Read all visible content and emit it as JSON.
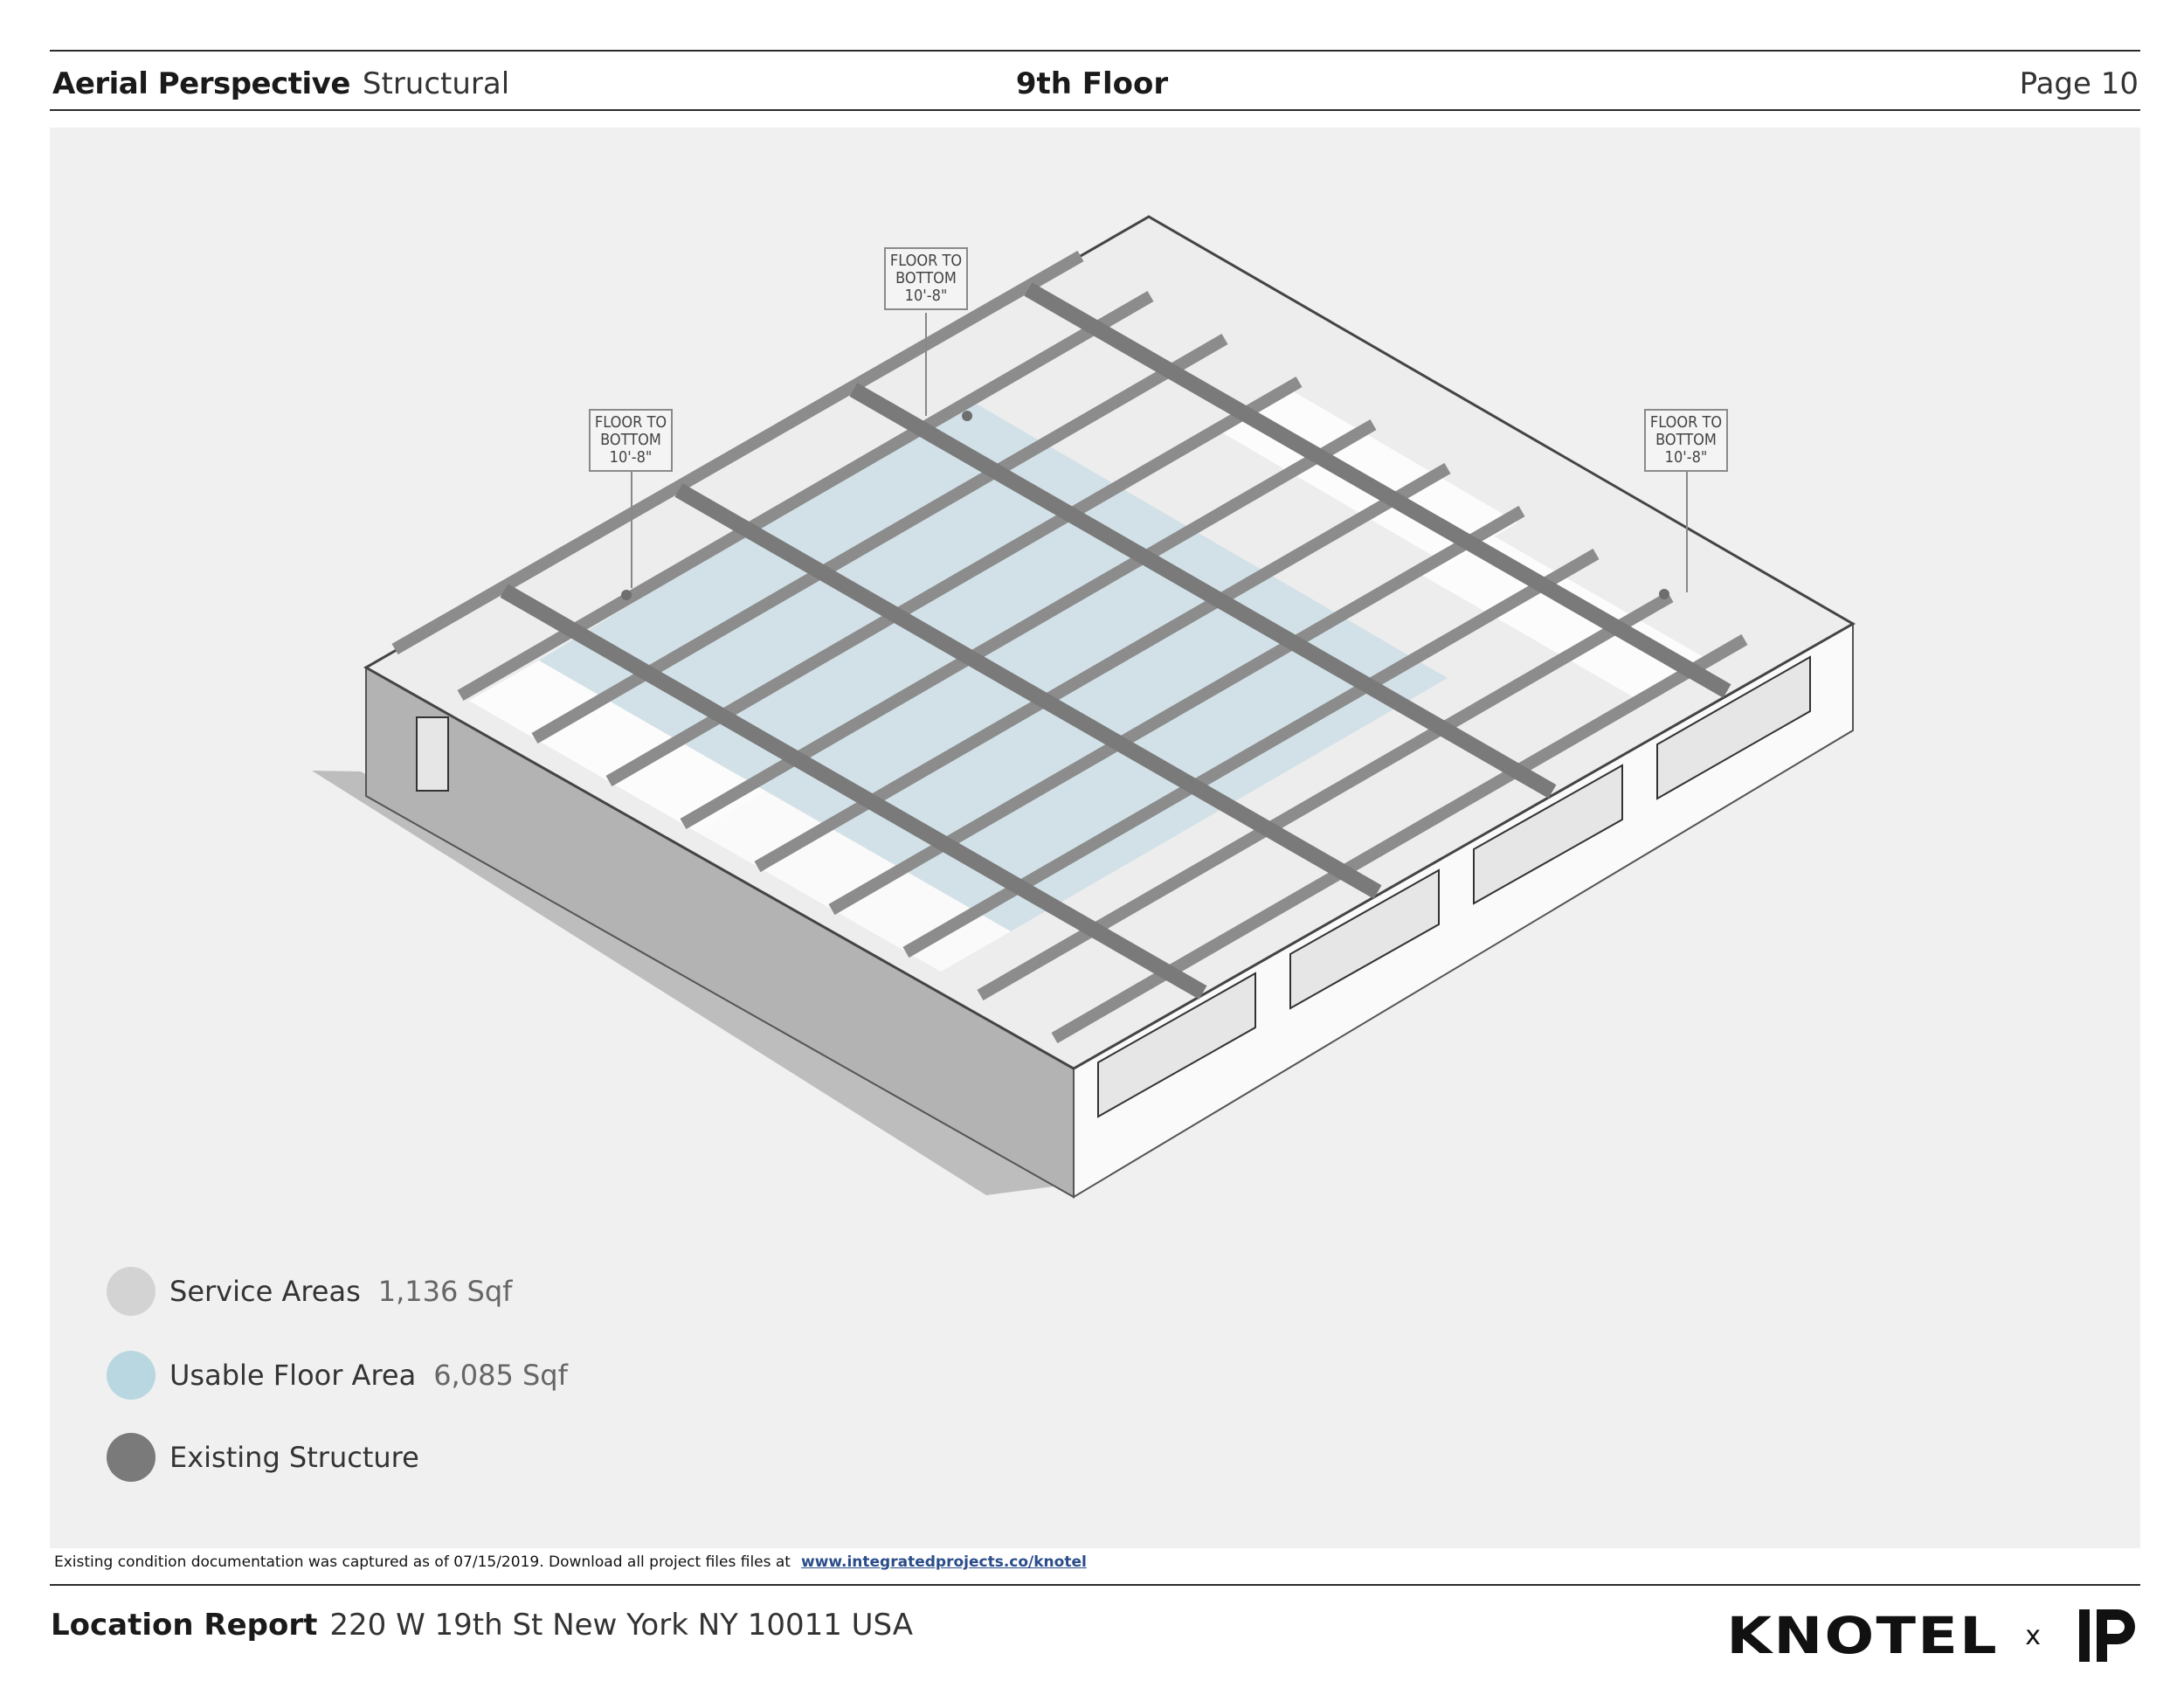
{
  "header": {
    "section": "Aerial Perspective",
    "subsection": "Structural",
    "floor": "9th Floor",
    "page": "Page 10"
  },
  "callouts": [
    {
      "line1": "FLOOR TO",
      "line2": "BOTTOM",
      "line3": "10'-8\""
    },
    {
      "line1": "FLOOR TO",
      "line2": "BOTTOM",
      "line3": "10'-8\""
    },
    {
      "line1": "FLOOR TO",
      "line2": "BOTTOM",
      "line3": "10'-8\""
    }
  ],
  "legend": [
    {
      "label": "Service Areas",
      "value": "1,136 Sqf",
      "color": "#d3d3d3"
    },
    {
      "label": "Usable Floor Area",
      "value": "6,085 Sqf",
      "color": "#b9d7e1"
    },
    {
      "label": "Existing Structure",
      "value": "",
      "color": "#7a7a7a"
    }
  ],
  "footer": {
    "note": "Existing condition documentation was captured as of 07/15/2019. Download all project files files at",
    "link": "www.integratedprojects.co/knotel",
    "report_label": "Location Report",
    "address": "220 W 19th St New York NY 10011 USA",
    "brand": "KNOTEL",
    "separator": "x"
  },
  "colors": {
    "background": "#ffffff",
    "panel": "#f0f0f0",
    "usable": "#b9d7e1",
    "service": "#d3d3d3",
    "structure": "#7a7a7a",
    "link": "#2a4d8a"
  }
}
